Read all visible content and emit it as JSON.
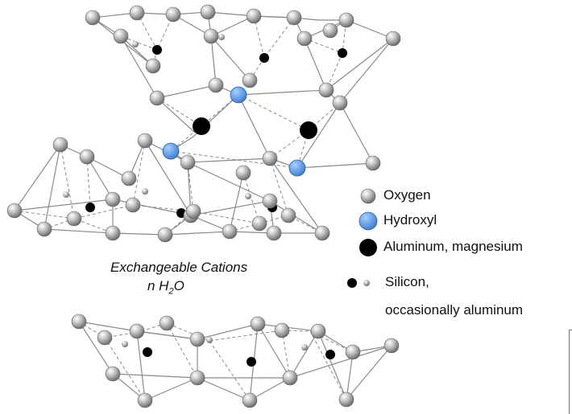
{
  "legend": {
    "oxygen": "Oxygen",
    "hydroxyl": "Hydroxyl",
    "aluminum": "Aluminum, magnesium",
    "silicon_line1": "Silicon,",
    "silicon_line2": "occasionally aluminum"
  },
  "interlayer": {
    "cations": "Exchangeable Cations",
    "water_prefix": "n H",
    "water_sub": "2",
    "water_suffix": "O"
  },
  "colors": {
    "oxygen": "#b8b8b8",
    "hydroxyl": "#5b9be0",
    "cation": "#000000",
    "bond": "#888888"
  }
}
